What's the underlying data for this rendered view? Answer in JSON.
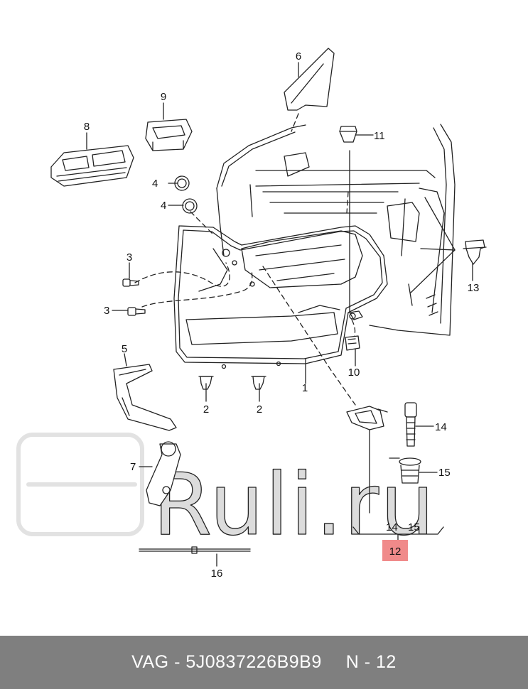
{
  "watermark": {
    "text": "Ruli.ru"
  },
  "callouts": {
    "c1": "1",
    "c2a": "2",
    "c2b": "2",
    "c3a": "3",
    "c3b": "3",
    "c4a": "4",
    "c4b": "4",
    "c5": "5",
    "c6": "6",
    "c7": "7",
    "c8": "8",
    "c9": "9",
    "c10": "10",
    "c11": "11",
    "c12": "12",
    "c13": "13",
    "c14a": "14",
    "c14b": "14",
    "c15a": "15",
    "c15b": "15",
    "c16": "16"
  },
  "highlight_color": "#f08a8a",
  "footer": {
    "brand": "VAG",
    "separator": "-",
    "part_number": "5J0837226B9B9",
    "ref_prefix": "N",
    "ref_number": "12"
  }
}
